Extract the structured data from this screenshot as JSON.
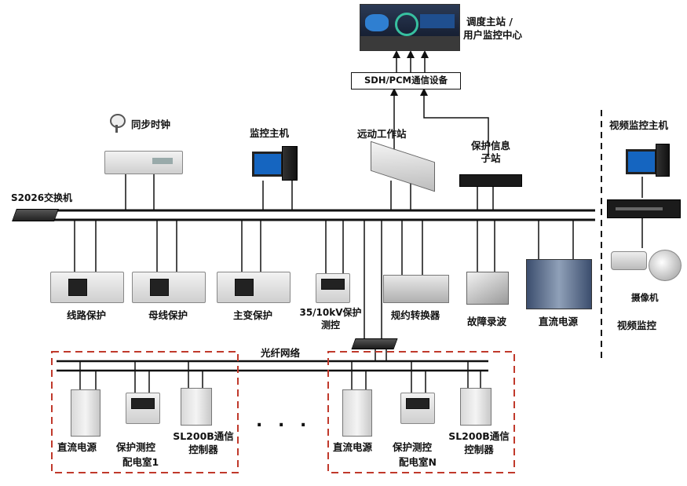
{
  "top": {
    "center_label_1": "调度主站 /",
    "center_label_2": "用户监控中心",
    "comm_label": "SDH/PCM通信设备"
  },
  "devices": {
    "clock": "同步时钟",
    "monitor_host": "监控主机",
    "remote_station": "远动工作站",
    "protection_info_1": "保护信息",
    "protection_info_2": "子站",
    "switch": "S2026交换机",
    "video_host": "视频监控主机",
    "camera": "摄像机",
    "video_monitor": "视频监控"
  },
  "bottom_devices": [
    {
      "name": "line-protection",
      "label": "线路保护"
    },
    {
      "name": "bus-protection",
      "label": "母线保护"
    },
    {
      "name": "transformer-protection",
      "label": "主变保护"
    },
    {
      "name": "kv-protection",
      "label": "35/10kV保护",
      "label2": "测控"
    },
    {
      "name": "protocol-converter",
      "label": "规约转换器"
    },
    {
      "name": "fault-recorder",
      "label": "故障录波"
    },
    {
      "name": "dc-power",
      "label": "直流电源"
    }
  ],
  "fiber": {
    "label": "光纤网络",
    "dots": ". . ."
  },
  "rooms": [
    {
      "dc": "直流电源",
      "prot": "保护测控",
      "ctrl_1": "SL200B通信",
      "ctrl_2": "控制器",
      "room": "配电室1"
    },
    {
      "dc": "直流电源",
      "prot": "保护测控",
      "ctrl_1": "SL200B通信",
      "ctrl_2": "控制器",
      "room": "配电室N"
    }
  ],
  "colors": {
    "dashed_border": "#c0392b",
    "bus": "#111111",
    "monitor_blue": "#1565c0"
  }
}
